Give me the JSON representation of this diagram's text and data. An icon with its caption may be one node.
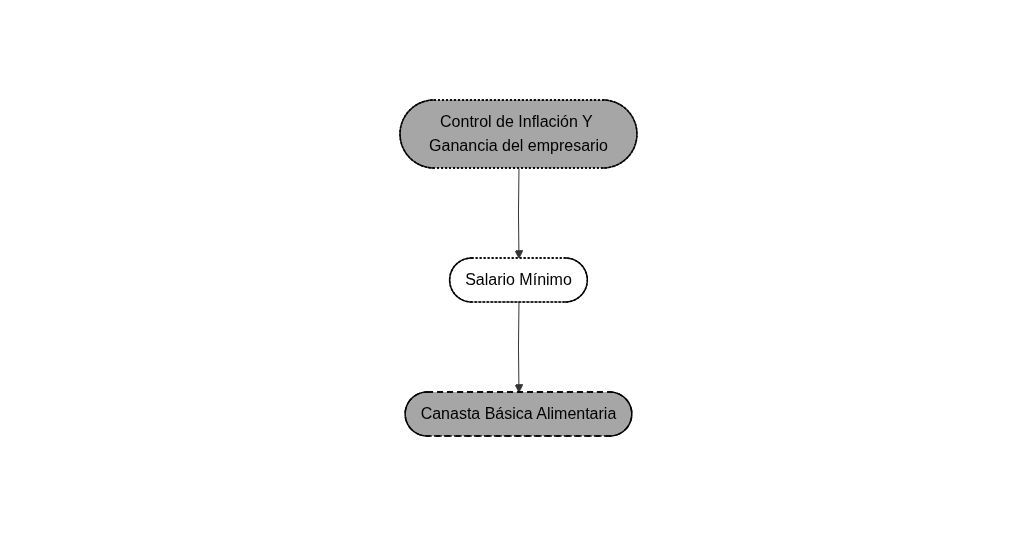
{
  "diagram": {
    "nodes": [
      {
        "text": [
          "Control de Inflación Y Ganancia del empresario"
        ]
      },
      {
        "text": [
          "Salario Mínimo"
        ]
      },
      {
        "text": [
          "Canasta Básica Alimentaria"
        ]
      }
    ],
    "edges": [
      {
        "from": 0,
        "to": 1,
        "arrow": "to"
      },
      {
        "from": 1,
        "to": 2,
        "arrow": "to"
      }
    ]
  }
}
